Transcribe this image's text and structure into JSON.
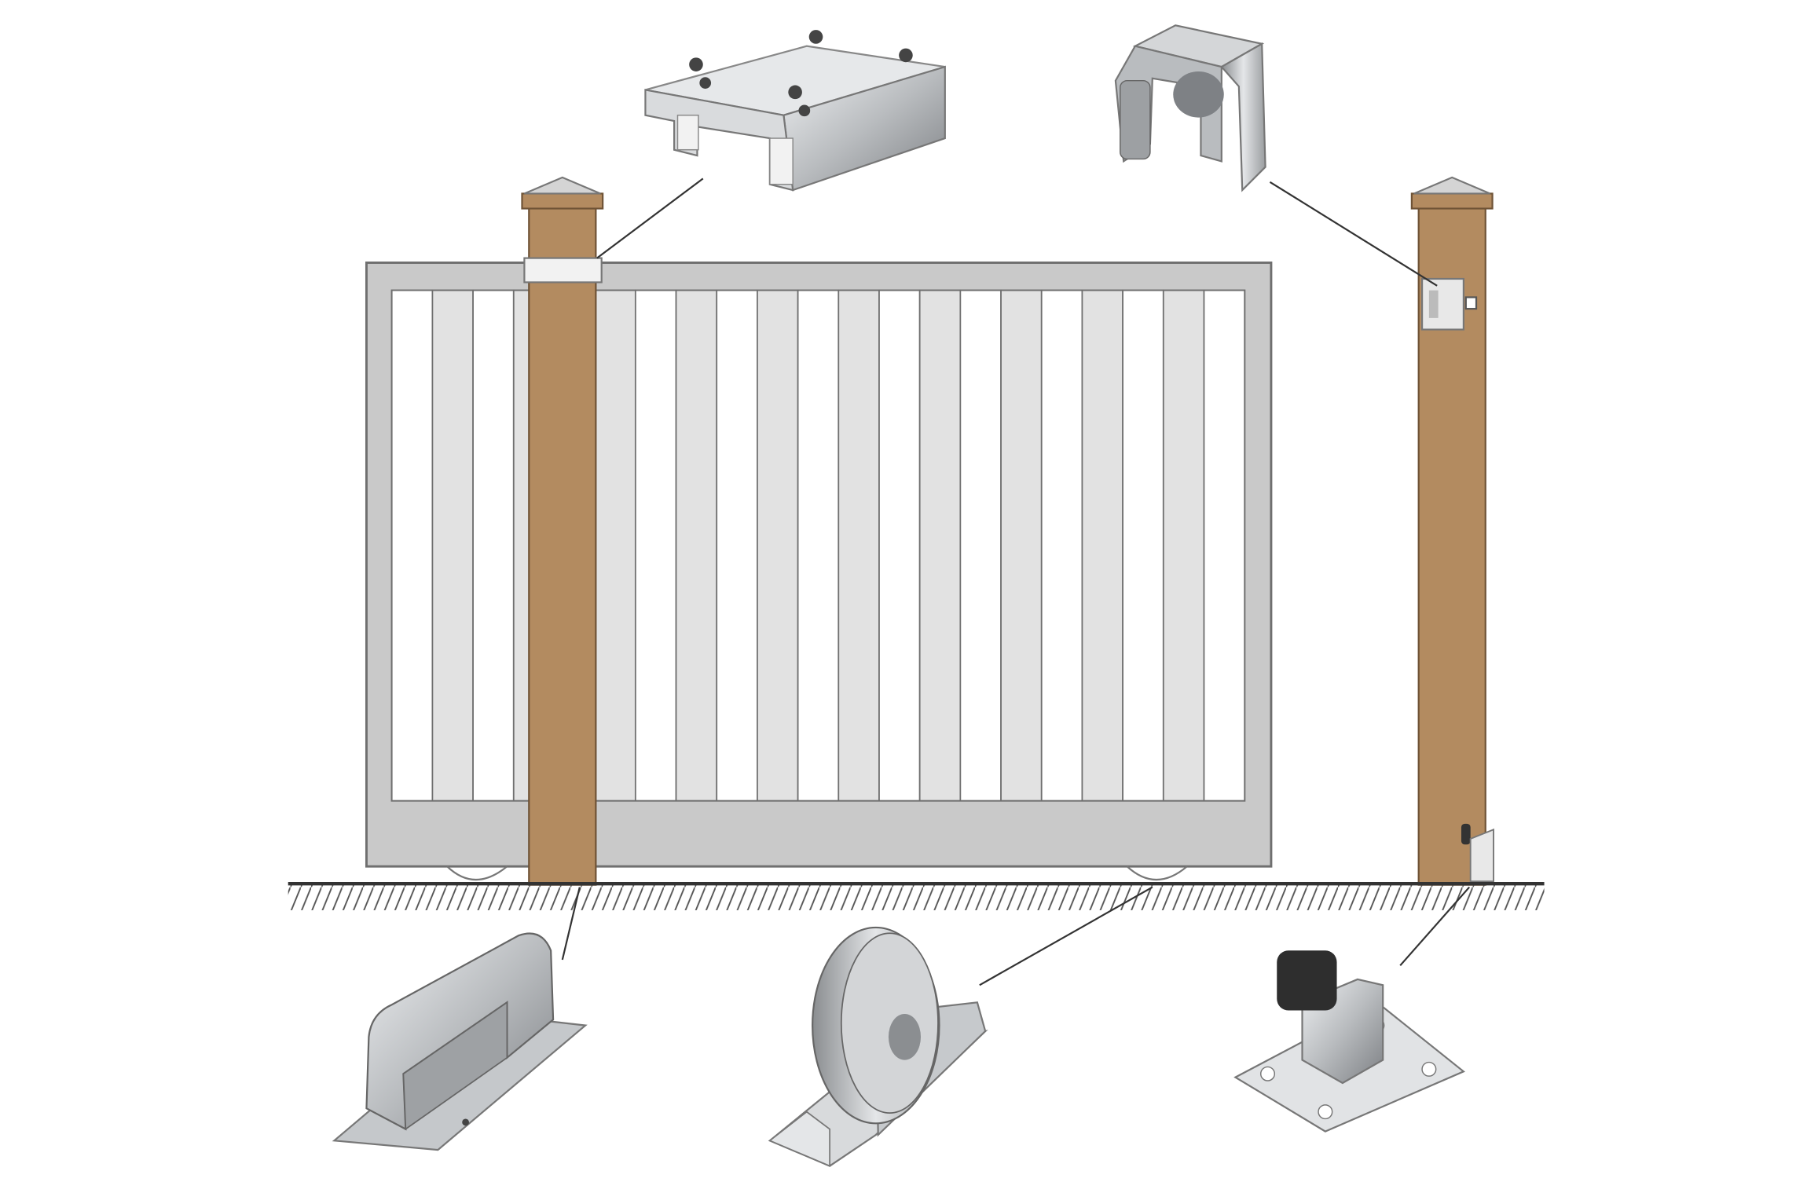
{
  "diagram": {
    "subject": "sliding-gate-hardware",
    "components": [
      {
        "id": "upper-guide-bracket",
        "icon": "guide-roller-bracket-icon"
      },
      {
        "id": "top-catcher",
        "icon": "catcher-bracket-icon"
      },
      {
        "id": "ground-rail",
        "icon": "guide-rail-icon"
      },
      {
        "id": "wheel-carriage",
        "icon": "grooved-wheel-icon"
      },
      {
        "id": "end-stop",
        "icon": "end-stop-icon"
      }
    ],
    "colors": {
      "post": "#b38b60",
      "frame": "#c9c9c9",
      "picket": "#e2e2e2",
      "outline": "#6f6f6f",
      "metal": "#b5b8bb"
    }
  }
}
